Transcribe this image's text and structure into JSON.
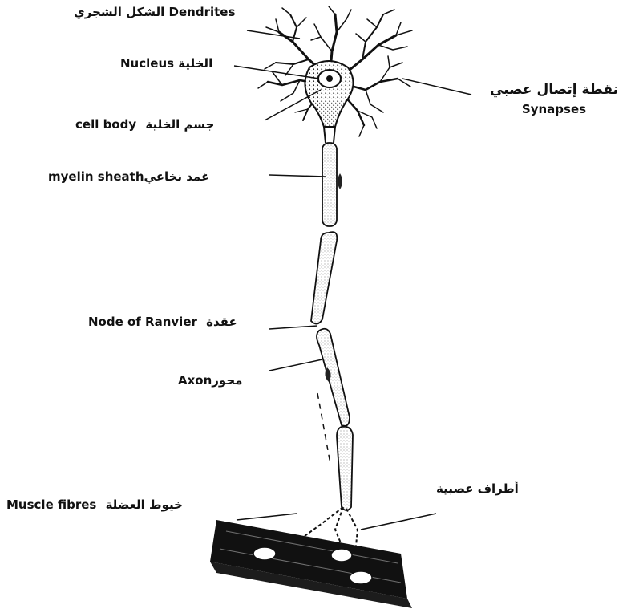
{
  "labels": {
    "dendrites": {
      "en": "Dendrites",
      "ar": "الشكل الشجري"
    },
    "nucleus": {
      "en": "Nucleus",
      "ar": "الخلية"
    },
    "synapses": {
      "en": "Synapses",
      "ar": "نقطة إتصال عصبي"
    },
    "cell_body": {
      "en": "cell body",
      "ar": "جسم الخلية"
    },
    "myelin_sheath": {
      "en": "myelin sheath",
      "ar": "غمد نخاعي"
    },
    "node_of_ranvier": {
      "en": "Node of Ranvier",
      "ar": "عقدة"
    },
    "axon": {
      "en": "Axon",
      "ar": "محور"
    },
    "muscle_fibres": {
      "en": "Muscle fibres",
      "ar": "خيوط العضلة"
    },
    "nerve_endings": {
      "ar": "أطراف عصبية"
    }
  },
  "colors": {
    "ink": "#111111",
    "background": "#ffffff"
  }
}
